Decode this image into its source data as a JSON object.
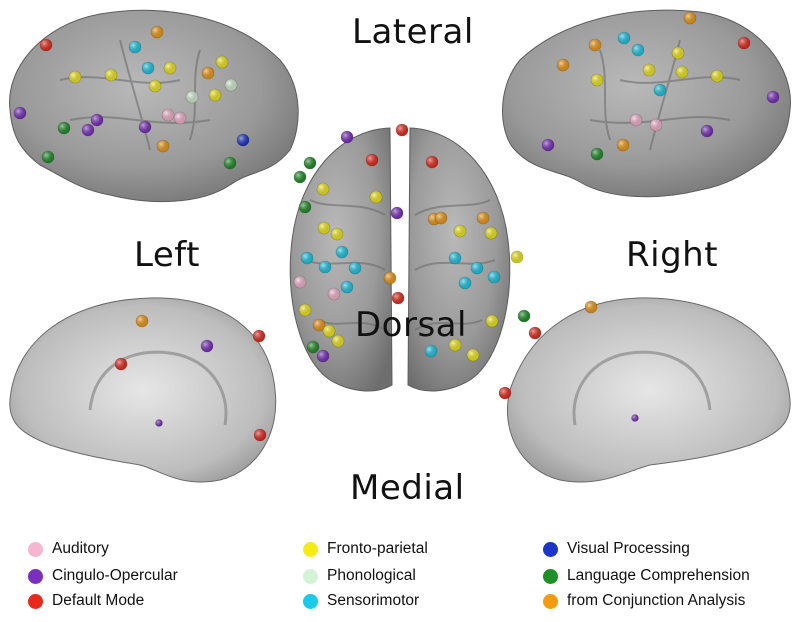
{
  "labels": {
    "lateral": "Lateral",
    "left": "Left",
    "right": "Right",
    "dorsal": "Dorsal",
    "medial": "Medial"
  },
  "colors": {
    "auditory": "#f7b6d0",
    "cingulo_opercular": "#7b2fbf",
    "default_mode": "#e8291c",
    "fronto_parietal": "#f5ec17",
    "phonological": "#d4f2d4",
    "sensorimotor": "#1bc9e8",
    "visual_processing": "#1c35c9",
    "language_comprehension": "#1f8f28",
    "conjunction": "#f39a12",
    "brain_surface": "#9a9a9a"
  },
  "legend": [
    {
      "label": "Auditory",
      "color_key": "auditory"
    },
    {
      "label": "Cingulo-Opercular",
      "color_key": "cingulo_opercular"
    },
    {
      "label": "Default Mode",
      "color_key": "default_mode"
    },
    {
      "label": "Fronto-parietal",
      "color_key": "fronto_parietal"
    },
    {
      "label": "Phonological",
      "color_key": "phonological"
    },
    {
      "label": "Sensorimotor",
      "color_key": "sensorimotor"
    },
    {
      "label": "Visual Processing",
      "color_key": "visual_processing"
    },
    {
      "label": "Language Comprehension",
      "color_key": "language_comprehension"
    },
    {
      "label": "from Conjunction Analysis",
      "color_key": "conjunction"
    }
  ]
}
